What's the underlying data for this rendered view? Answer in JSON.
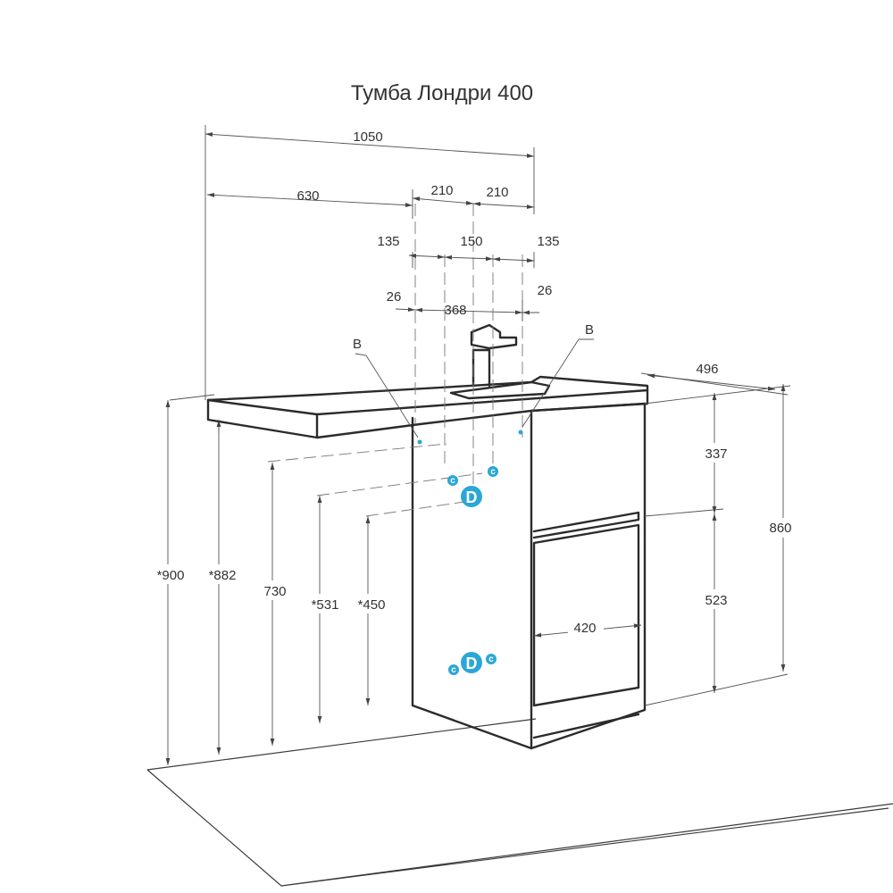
{
  "title": "Тумба Лондри 400",
  "colors": {
    "accent": "#2aa7d6",
    "line": "#2b2b2b"
  },
  "dimensions": {
    "total_width": "1050",
    "left_part": "630",
    "mid_left": "210",
    "mid_right": "210",
    "off_left": "135",
    "center_gap": "150",
    "off_right": "135",
    "edge_left": "26",
    "inner": "368",
    "edge_right": "26",
    "depth": "496",
    "top_drawer": "337",
    "height_cabinet": "860",
    "bottom_drawer": "523",
    "drawer_width": "420",
    "h900": "*900",
    "h882": "*882",
    "h730": "730",
    "h531": "*531",
    "h450": "*450"
  },
  "markers": {
    "b_left": "B",
    "b_right": "B",
    "drain": "D",
    "cold": "c",
    "hot": "c"
  }
}
